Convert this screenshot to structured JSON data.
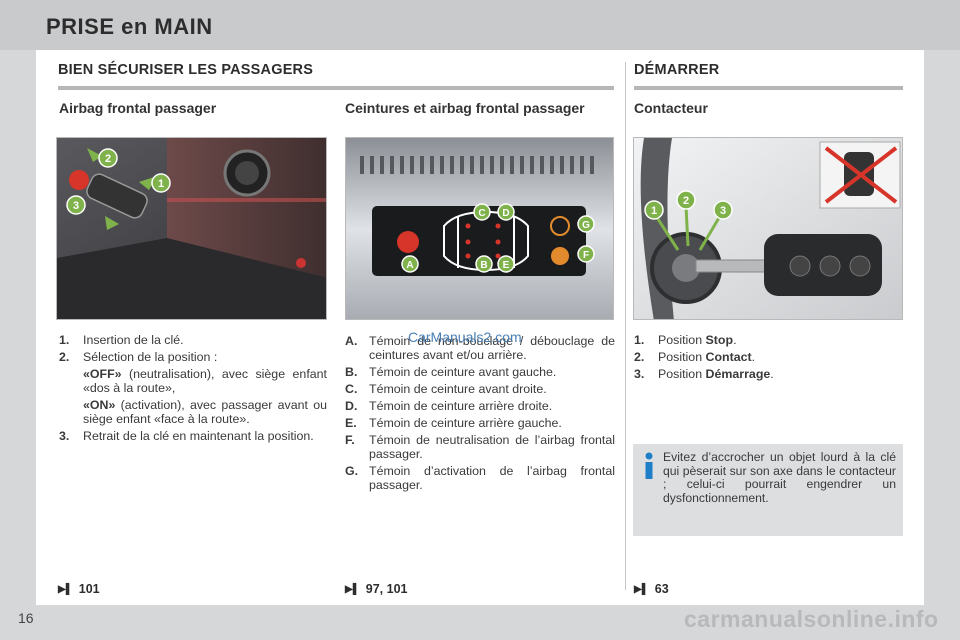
{
  "header": {
    "title": "PRISE en MAIN"
  },
  "page_number": "16",
  "sections": {
    "left_title": "BIEN SÉCURISER LES PASSAGERS",
    "right_title": "DÉMARRER"
  },
  "col1": {
    "subtitle": "Airbag frontal passager",
    "items": [
      {
        "num": "1.",
        "text": "Insertion de la clé."
      },
      {
        "num": "2.",
        "text": "Sélection de la position :"
      },
      {
        "strong": "«OFF»",
        "text": " (neutralisation), avec siège enfant «dos à la route»,"
      },
      {
        "strong": "«ON»",
        "text": " (activation), avec passager avant ou siège enfant «face à la route»."
      },
      {
        "num": "3.",
        "text": "Retrait de la clé en maintenant la position."
      }
    ],
    "ref": "101",
    "figure_labels": [
      "1",
      "2",
      "3"
    ]
  },
  "col2": {
    "subtitle": "Ceintures et airbag frontal passager",
    "items": [
      {
        "num": "A.",
        "text": "Témoin de non-bouclage / débouclage de ceintures avant et/ou arrière."
      },
      {
        "num": "B.",
        "text": "Témoin de ceinture avant gauche."
      },
      {
        "num": "C.",
        "text": "Témoin de ceinture avant droite."
      },
      {
        "num": "D.",
        "text": "Témoin de ceinture arrière droite."
      },
      {
        "num": "E.",
        "text": "Témoin de ceinture arrière gauche."
      },
      {
        "num": "F.",
        "text": "Témoin de neutralisation de l’airbag frontal passager."
      },
      {
        "num": "G.",
        "text": "Témoin d’activation de l’airbag frontal passager."
      }
    ],
    "ref": "97, 101",
    "figure_labels": [
      "A",
      "B",
      "C",
      "D",
      "E",
      "F",
      "G"
    ]
  },
  "col3": {
    "subtitle": "Contacteur",
    "items": [
      {
        "num": "1.",
        "text": "Position ",
        "strong": "Stop",
        "tail": "."
      },
      {
        "num": "2.",
        "text": "Position ",
        "strong": "Contact",
        "tail": "."
      },
      {
        "num": "3.",
        "text": "Position ",
        "strong": "Démarrage",
        "tail": "."
      }
    ],
    "info": "Evitez d’accrocher un objet lourd à la clé qui pèserait sur son axe dans le contacteur ; celui-ci pourrait engendrer un dysfonctionnement.",
    "ref": "63",
    "figure_labels": [
      "1",
      "2",
      "3"
    ]
  },
  "watermark": "CarManuals2.com",
  "site_mark": "carmanualsonline.info",
  "colors": {
    "accent_green": "#7fb24a",
    "info_blue": "#1e7fc8",
    "warn_red": "#d8352a"
  }
}
